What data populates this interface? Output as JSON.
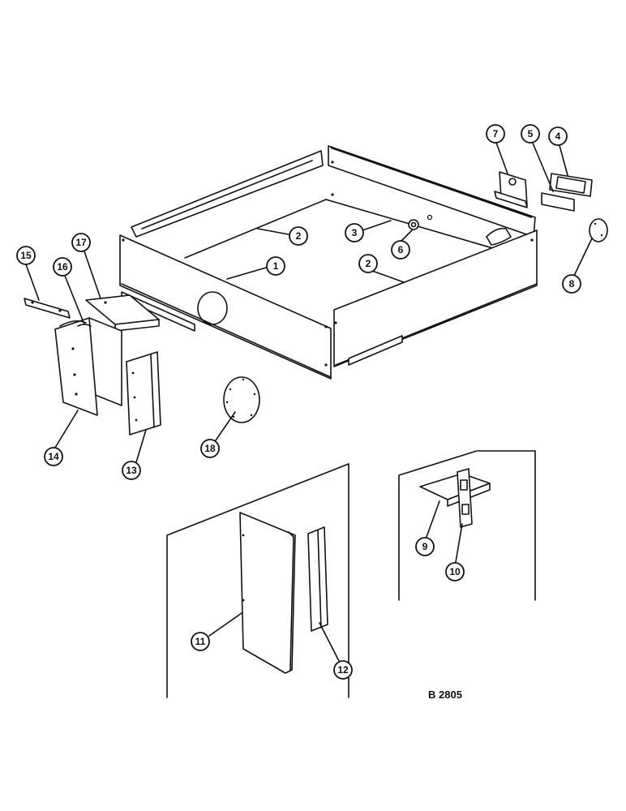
{
  "drawing": {
    "reference": "B 2805",
    "callouts": [
      "1",
      "2",
      "2",
      "3",
      "4",
      "5",
      "6",
      "7",
      "8",
      "9",
      "10",
      "11",
      "12",
      "13",
      "14",
      "15",
      "16",
      "17",
      "18"
    ]
  }
}
